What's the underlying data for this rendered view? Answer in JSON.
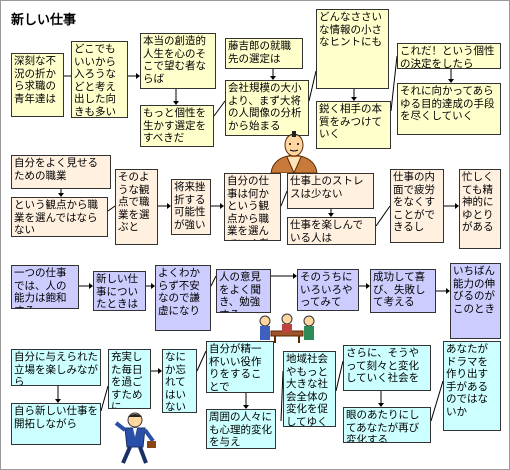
{
  "title": "新しい仕事",
  "colors": {
    "yellow": "#ffffcc",
    "pink": "#fff0e0",
    "blue": "#ccccff",
    "cyan": "#ccffff",
    "green": "#ccffcc"
  },
  "row1": {
    "b1": "深刻な不況の折から求職の青年達は",
    "b2": "どこでもいいから入ろうなどと考え出した向きも多い",
    "b3": "本当の創造的人生を心のそこで望む者ならば",
    "b4": "もっと個性を生かす選定をすべきだ",
    "b5": "藤吉郎の就職先の選定は",
    "b6": "会社規模の大小より、まず大将の人間像の分析から始まる",
    "b7": "どんなささいな情報の小さなヒントにも",
    "b8": "鋭く相手の本質をみつけていく",
    "b9": "これだ！という個性の決定をしたら",
    "b10": "それに向かってあらゆる目的達成の手段を尽くしていく"
  },
  "row2": {
    "b1": "自分をよく見せるための職業",
    "b2": "という観点から職業を選んではならない",
    "b3": "そのような観点で職業を選ぶと",
    "b4": "将来挫折する可能性が強い",
    "b5": "自分の仕事は何かという観点から職業を選んでいく者は",
    "b6": "仕事上のストレスは少ない",
    "b7": "仕事を楽しんでいる人は",
    "b8": "仕事の内面で疲労をなくすことができるし",
    "b9": "忙しくても精神的にゆとりがある"
  },
  "row3": {
    "b1": "一つの仕事では、人の能力は飽和する",
    "b2": "新しい仕事についたときは",
    "b3": "よくわからず不安なので謙虚になり",
    "b4": "人の意見をよく聞き、勉強する",
    "b5": "そのうちにいろいろやってみて",
    "b6": "成功して喜び、失敗して考える",
    "b7": "いちばん能力の伸びるのがこのとき"
  },
  "row4": {
    "b1": "自分に与えられた立場を楽しみながら",
    "b2": "自ら新しい仕事を開拓しながら",
    "b3": "充実した毎日を過ごすために",
    "b4": "なにか忘れてはいないだろうか",
    "b5": "自分が精一杯いい役作りをすることで",
    "b6": "周囲の人々にも心理的変化を与え",
    "b7": "地域社会やもっと大きな社会全体の変化を促してゆく",
    "b8": "さらに、そうやって刻々と変化していく社会を",
    "b9": "眼のあたりにしてあなたが再び変化する",
    "b10": "あなたがドラマを作り出す手があるのではないか"
  },
  "figures": [
    "samurai-figure",
    "meeting-figure",
    "businessman-figure"
  ]
}
